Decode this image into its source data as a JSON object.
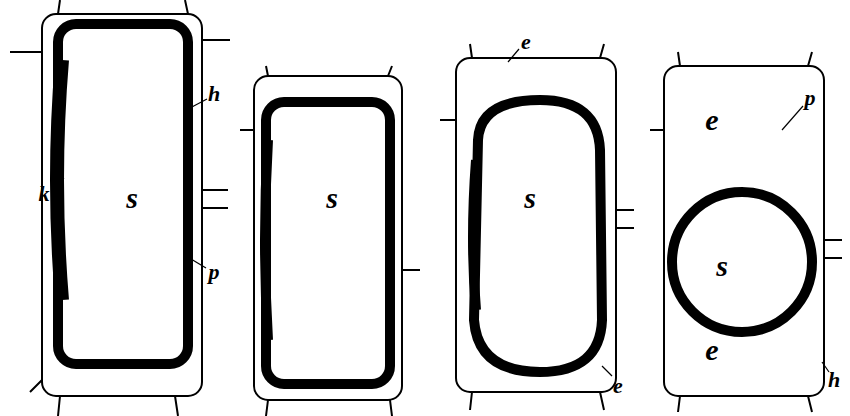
{
  "diagram": {
    "labels": [
      "h",
      "k",
      "s",
      "p",
      "s",
      "e",
      "s",
      "e",
      "e",
      "p",
      "s",
      "e",
      "h"
    ]
  }
}
